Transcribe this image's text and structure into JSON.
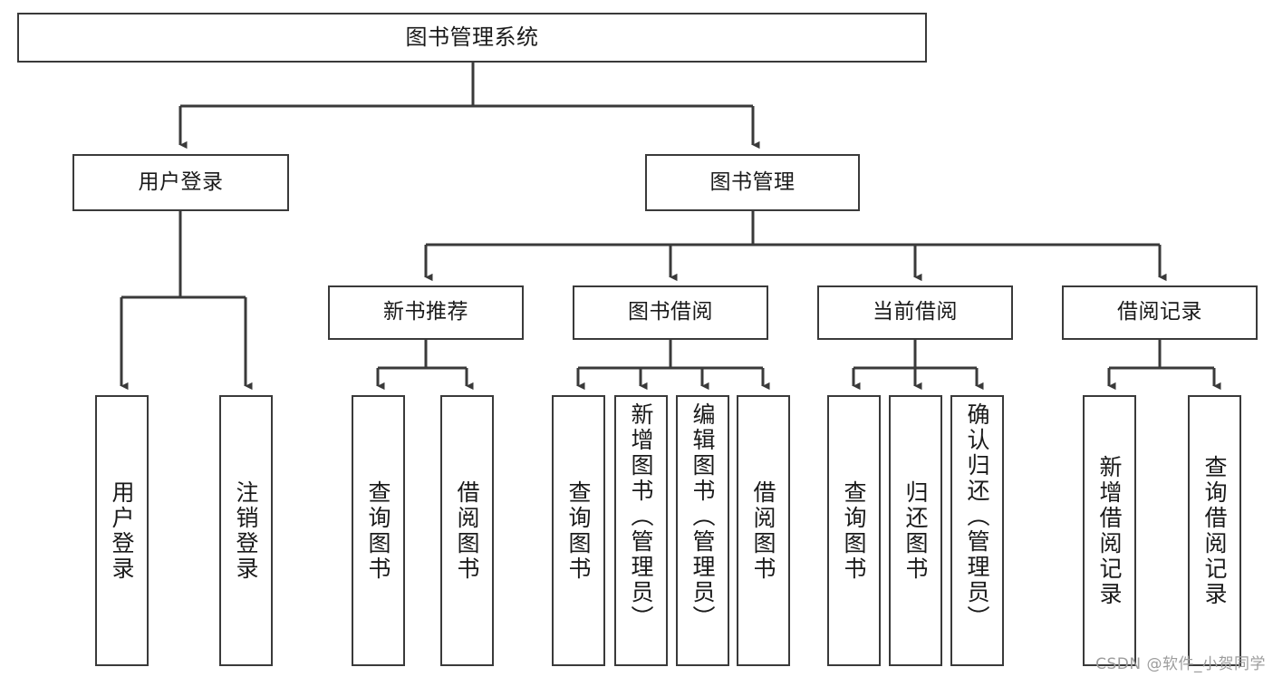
{
  "diagram": {
    "type": "tree",
    "title": "图书管理系统",
    "orientation": "top-down",
    "colors": {
      "box_border": "#3a3a3a",
      "box_fill": "#ffffff",
      "edge": "#3a3a3a",
      "text": "#1a1a1a",
      "watermark": "#9d9d9d"
    },
    "nodes": {
      "root": {
        "label": "图书管理系统"
      },
      "level2": [
        {
          "id": "user-login",
          "label": "用户登录"
        },
        {
          "id": "book-manage",
          "label": "图书管理"
        }
      ],
      "level3": [
        {
          "id": "new-book-rec",
          "label": "新书推荐"
        },
        {
          "id": "book-borrow",
          "label": "图书借阅"
        },
        {
          "id": "current-borrow",
          "label": "当前借阅"
        },
        {
          "id": "borrow-record",
          "label": "借阅记录"
        }
      ],
      "leaves": {
        "user-login": [
          {
            "id": "leaf-user-login",
            "label": "用户登录"
          },
          {
            "id": "leaf-logout",
            "label": "注销登录"
          }
        ],
        "new-book-rec": [
          {
            "id": "leaf-query-book-1",
            "label": "查询图书"
          },
          {
            "id": "leaf-borrow-book-1",
            "label": "借阅图书"
          }
        ],
        "book-borrow": [
          {
            "id": "leaf-query-book-2",
            "label": "查询图书"
          },
          {
            "id": "leaf-add-book",
            "label": "新增图书（管理员）"
          },
          {
            "id": "leaf-edit-book",
            "label": "编辑图书（管理员）"
          },
          {
            "id": "leaf-borrow-book-2",
            "label": "借阅图书"
          }
        ],
        "current-borrow": [
          {
            "id": "leaf-query-book-3",
            "label": "查询图书"
          },
          {
            "id": "leaf-return-book",
            "label": "归还图书"
          },
          {
            "id": "leaf-confirm-return",
            "label": "确认归还（管理员）"
          }
        ],
        "borrow-record": [
          {
            "id": "leaf-add-record",
            "label": "新增借阅记录"
          },
          {
            "id": "leaf-query-record",
            "label": "查询借阅记录"
          }
        ]
      }
    }
  },
  "watermark": {
    "text": "CSDN @软件_小贺同学"
  }
}
